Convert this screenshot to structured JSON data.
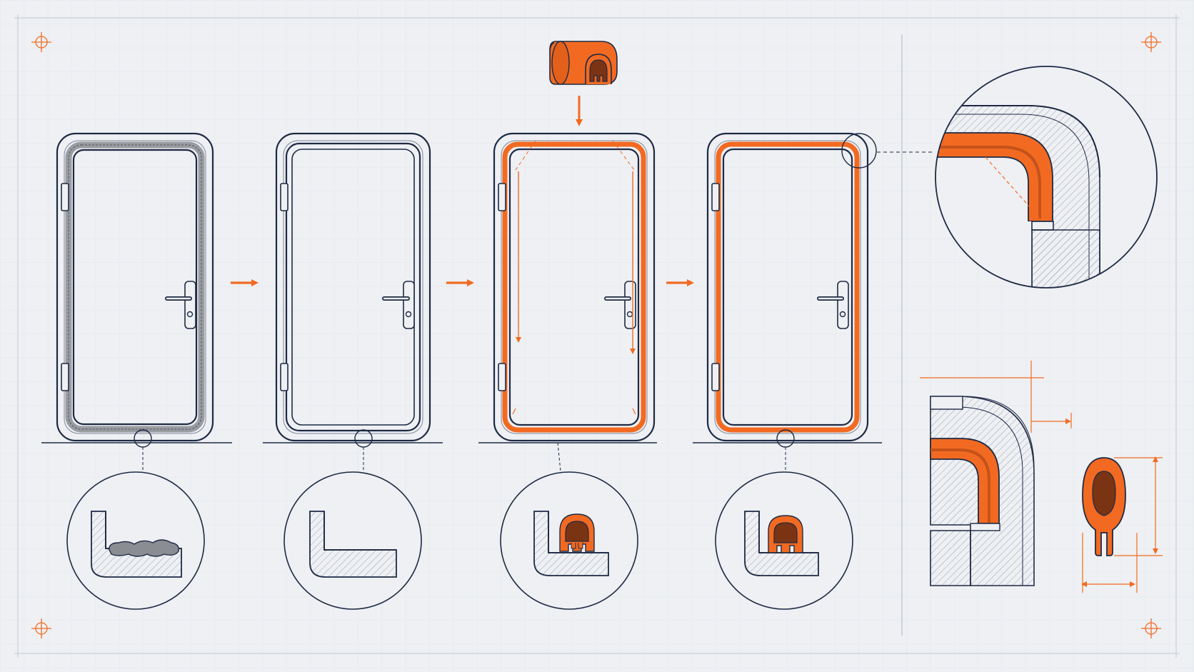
{
  "colors": {
    "background": "#eef0f3",
    "grid": "#dfe3ea",
    "ink": "#1e2a44",
    "accent": "#f26a21",
    "accent_dark": "#7a3414",
    "old_seal": "#8a8d92"
  },
  "steps": [
    {
      "id": "old-seal",
      "seal": "worn"
    },
    {
      "id": "bare-frame",
      "seal": "none"
    },
    {
      "id": "install-seal",
      "seal": "installing"
    },
    {
      "id": "sealed",
      "seal": "installed"
    }
  ],
  "icons": {
    "registration_mark": "crosshair-icon",
    "step_arrow": "arrow-right-icon",
    "insert_arrow": "arrow-down-icon"
  }
}
